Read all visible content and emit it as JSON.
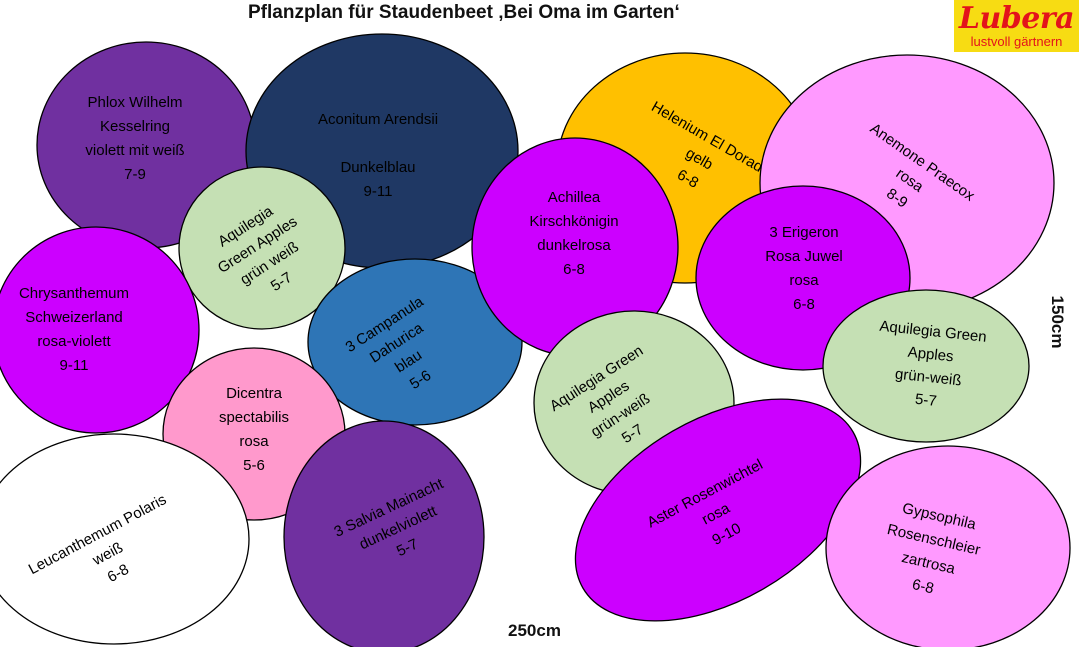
{
  "title": "Pflanzplan für Staudenbeet ‚Bei Oma im Garten‘",
  "logo": {
    "brand": "Lubera",
    "tagline": "lustvoll gärtnern",
    "bg_color": "#f7dc13",
    "text_color": "#e3131b"
  },
  "width_label": "250cm",
  "height_label": "150cm",
  "plants": [
    {
      "id": "phlox",
      "lines": [
        "Phlox Wilhelm",
        "Kesselring",
        "violett mit weiß",
        "7-9"
      ],
      "color": "#7030a0",
      "text_color": "#000000"
    },
    {
      "id": "aconitum",
      "lines": [
        "Aconitum Arendsii",
        "",
        "Dunkelblau",
        "9-11"
      ],
      "color": "#1f3864",
      "text_color": "#000000"
    },
    {
      "id": "helenium",
      "lines": [
        "Helenium El Dorado",
        "gelb",
        "6-8"
      ],
      "color": "#ffc000",
      "text_color": "#000000"
    },
    {
      "id": "anemone",
      "lines": [
        "Anemone Praecox",
        "rosa",
        "8-9"
      ],
      "color": "#ff99ff",
      "text_color": "#000000"
    },
    {
      "id": "aquilegia-1",
      "lines": [
        "Aquilegia",
        "Green Apples",
        "grün weiß",
        "5-7"
      ],
      "color": "#c5e0b4",
      "text_color": "#000000"
    },
    {
      "id": "chrysanthemum",
      "lines": [
        "Chrysanthemum",
        "Schweizerland",
        "rosa-violett",
        "9-11"
      ],
      "color": "#cc00ff",
      "text_color": "#000000"
    },
    {
      "id": "campanula",
      "lines": [
        "3 Campanula",
        "Dahurica",
        "blau",
        "5-6"
      ],
      "color": "#2e75b6",
      "text_color": "#000000"
    },
    {
      "id": "achillea",
      "lines": [
        "Achillea",
        "Kirschkönigin",
        "dunkelrosa",
        "6-8"
      ],
      "color": "#cc00ff",
      "text_color": "#000000"
    },
    {
      "id": "erigeron",
      "lines": [
        "3 Erigeron",
        "Rosa Juwel",
        "rosa",
        "6-8"
      ],
      "color": "#cc00ff",
      "text_color": "#000000"
    },
    {
      "id": "aquilegia-3",
      "lines": [
        "Aquilegia Green",
        "Apples",
        "grün-weiß",
        "5-7"
      ],
      "color": "#c5e0b4",
      "text_color": "#000000"
    },
    {
      "id": "aquilegia-2",
      "lines": [
        "Aquilegia Green",
        "Apples",
        "grün-weiß",
        "5-7"
      ],
      "color": "#c5e0b4",
      "text_color": "#000000"
    },
    {
      "id": "dicentra",
      "lines": [
        "Dicentra",
        "spectabilis",
        "rosa",
        "5-6"
      ],
      "color": "#ff99cc",
      "text_color": "#000000"
    },
    {
      "id": "leucanthemum",
      "lines": [
        "Leucanthemum Polaris",
        "weiß",
        "6-8"
      ],
      "color": "#ffffff",
      "text_color": "#000000"
    },
    {
      "id": "salvia",
      "lines": [
        "3 Salvia Mainacht",
        "dunkelviolett",
        "5-7"
      ],
      "color": "#7030a0",
      "text_color": "#000000"
    },
    {
      "id": "aster",
      "lines": [
        "Aster Rosenwichtel",
        "rosa",
        "9-10"
      ],
      "color": "#cc00ff",
      "text_color": "#000000"
    },
    {
      "id": "gypsophila",
      "lines": [
        "Gypsophila",
        "Rosenschleier",
        "zartrosa",
        "6-8"
      ],
      "color": "#ff99ff",
      "text_color": "#000000"
    }
  ]
}
